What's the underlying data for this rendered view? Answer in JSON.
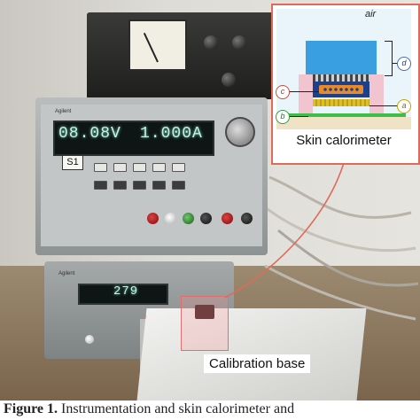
{
  "inset": {
    "air_label": "air",
    "markers": {
      "a": "a",
      "b": "b",
      "c": "c",
      "d": "d"
    },
    "title": "Skin calorimeter",
    "colors": {
      "frame": "#e06a5a",
      "top_block": "#3a9fe0",
      "heater": "#1e3f8a",
      "sensor": "#e88a2a",
      "insulation": "#f2c4cf",
      "base": "#3bbf4a"
    }
  },
  "photo": {
    "upper_display": {
      "voltage": "08.08V",
      "current": "1.000A"
    },
    "station_tag": "S1",
    "lower_display": "279",
    "brand": "Agilent"
  },
  "labels": {
    "calibration": "Calibration base"
  },
  "caption": {
    "prefix": "Figure 1.",
    "text": " Instrumentation and skin calorimeter and"
  },
  "icons": [
    "arrow-curve-icon"
  ]
}
